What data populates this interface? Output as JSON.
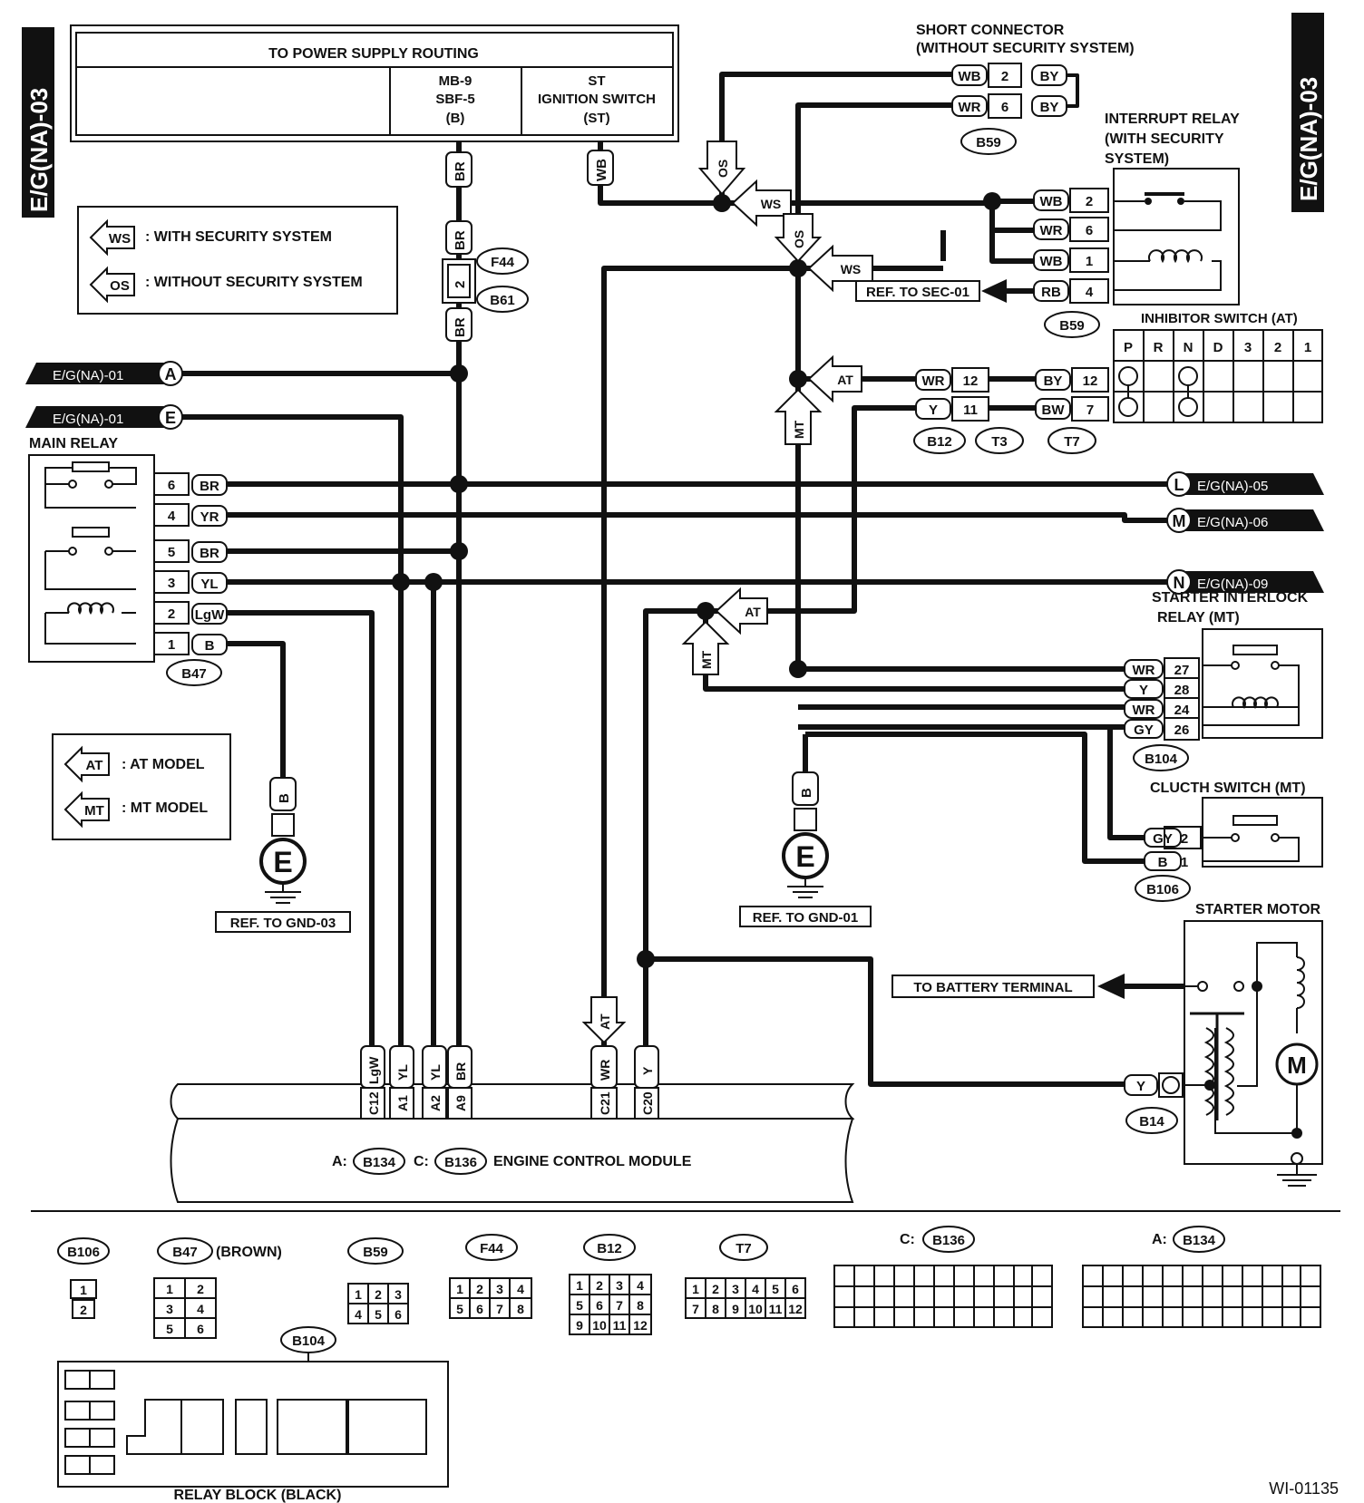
{
  "page_codes": {
    "left": "E/G(NA)-03",
    "right": "E/G(NA)-03"
  },
  "power_supply": {
    "title": "TO POWER SUPPLY ROUTING",
    "col1": [
      "MB-9",
      "SBF-5",
      "(B)"
    ],
    "col2": [
      "ST",
      "IGNITION SWITCH",
      "(ST)"
    ]
  },
  "legend_security": {
    "ws_code": "WS",
    "ws_label": ": WITH SECURITY SYSTEM",
    "os_code": "OS",
    "os_label": ": WITHOUT SECURITY SYSTEM"
  },
  "legend_model": {
    "at_code": "AT",
    "at_label": ": AT MODEL",
    "mt_code": "MT",
    "mt_label": ": MT MODEL"
  },
  "short_connector": {
    "title": [
      "SHORT CONNECTOR",
      "(WITHOUT SECURITY SYSTEM)"
    ],
    "rows": [
      {
        "left": "WB",
        "pin": "2",
        "right": "BY"
      },
      {
        "left": "WR",
        "pin": "6",
        "right": "BY"
      }
    ],
    "connector": "B59"
  },
  "interrupt_relay": {
    "title": [
      "INTERRUPT RELAY",
      "(WITH SECURITY",
      "SYSTEM)"
    ],
    "rows": [
      {
        "wire": "WB",
        "pin": "2"
      },
      {
        "wire": "WR",
        "pin": "6"
      },
      {
        "wire": "WB",
        "pin": "1"
      },
      {
        "wire": "RB",
        "pin": "4"
      }
    ],
    "connector": "B59",
    "ref": "REF. TO SEC-01"
  },
  "inhibitor_switch": {
    "title": "INHIBITOR SWITCH (AT)",
    "positions": [
      "P",
      "R",
      "N",
      "D",
      "3",
      "2",
      "1"
    ],
    "rows": [
      {
        "left_wire": "WR",
        "left_pin": "12",
        "right_wire": "BY",
        "right_pin": "12"
      },
      {
        "left_wire": "Y",
        "left_pin": "11",
        "right_wire": "BW",
        "right_pin": "7"
      }
    ],
    "connectors": [
      "B12",
      "T3",
      "T7"
    ]
  },
  "fuse_conn": {
    "top_wire": "BR",
    "pin": "2",
    "bottom_wire": "BR",
    "conn1": "F44",
    "conn2": "B61"
  },
  "main_relay": {
    "title": "MAIN RELAY",
    "rows": [
      {
        "pin": "6",
        "wire": "BR"
      },
      {
        "pin": "4",
        "wire": "YR"
      },
      {
        "pin": "5",
        "wire": "BR"
      },
      {
        "pin": "3",
        "wire": "YL"
      },
      {
        "pin": "2",
        "wire": "LgW"
      },
      {
        "pin": "1",
        "wire": "B"
      }
    ],
    "connector": "B47"
  },
  "offpage": {
    "a": {
      "label": "E/G(NA)-01",
      "letter": "A"
    },
    "e": {
      "label": "E/G(NA)-01",
      "letter": "E"
    },
    "l": {
      "label": "E/G(NA)-05",
      "letter": "L"
    },
    "m": {
      "label": "E/G(NA)-06",
      "letter": "M"
    },
    "n": {
      "label": "E/G(NA)-09",
      "letter": "N"
    }
  },
  "wire_tags": {
    "br1": "BR",
    "wb1": "WB",
    "os1": "OS",
    "os2": "OS",
    "ws1": "WS",
    "ws2": "WS",
    "at1": "AT",
    "mt1": "MT",
    "at2": "AT",
    "mt2": "MT",
    "at3": "AT"
  },
  "starter_interlock": {
    "title": [
      "STARTER INTERLOCK",
      "RELAY (MT)"
    ],
    "rows": [
      {
        "wire": "WR",
        "pin": "27"
      },
      {
        "wire": "Y",
        "pin": "28"
      },
      {
        "wire": "WR",
        "pin": "24"
      },
      {
        "wire": "GY",
        "pin": "26"
      }
    ],
    "connector": "B104"
  },
  "clutch_switch": {
    "title": "CLUCTH SWITCH (MT)",
    "rows": [
      {
        "wire": "GY",
        "pin": "2"
      },
      {
        "wire": "B",
        "pin": "1"
      }
    ],
    "connector": "B106"
  },
  "ground_left": {
    "wire": "B",
    "letter": "E",
    "ref": "REF. TO GND-03"
  },
  "ground_right": {
    "wire": "B",
    "letter": "E",
    "ref": "REF. TO GND-01"
  },
  "starter_motor": {
    "title": "STARTER MOTOR",
    "battery": "TO BATTERY TERMINAL",
    "wire": "Y",
    "connector": "B14",
    "motor": "M"
  },
  "ecm": {
    "pins": [
      {
        "wire": "LgW",
        "pin": "C12"
      },
      {
        "wire": "YL",
        "pin": "A1"
      },
      {
        "wire": "YL",
        "pin": "A2"
      },
      {
        "wire": "BR",
        "pin": "A9"
      },
      {
        "wire": "WR",
        "pin": "C21"
      },
      {
        "wire": "Y",
        "pin": "C20"
      }
    ],
    "label_a": "A:",
    "conn_a": "B134",
    "label_c": "C:",
    "conn_c": "B136",
    "name": "ENGINE CONTROL MODULE"
  },
  "connectors_bottom": {
    "b106": {
      "name": "B106",
      "pins": [
        "1",
        "2"
      ]
    },
    "b47": {
      "name": "B47",
      "note": "(BROWN)",
      "pins": [
        "1",
        "2",
        "3",
        "4",
        "5",
        "6"
      ]
    },
    "b59": {
      "name": "B59",
      "pins": [
        "1",
        "2",
        "3",
        "4",
        "5",
        "6"
      ]
    },
    "f44": {
      "name": "F44",
      "pins": [
        "1",
        "2",
        "3",
        "4",
        "5",
        "6",
        "7",
        "8"
      ]
    },
    "b12": {
      "name": "B12",
      "pins": [
        "1",
        "2",
        "3",
        "4",
        "5",
        "6",
        "7",
        "8",
        "9",
        "10",
        "11",
        "12"
      ]
    },
    "t7": {
      "name": "T7",
      "pins": [
        "1",
        "2",
        "3",
        "4",
        "5",
        "6",
        "7",
        "8",
        "9",
        "10",
        "11",
        "12"
      ]
    },
    "b136": {
      "prefix": "C:",
      "name": "B136"
    },
    "b134": {
      "prefix": "A:",
      "name": "B134"
    },
    "b104": {
      "name": "B104"
    },
    "relay_block": "RELAY BLOCK (BLACK)"
  },
  "figure_id": "WI-01135"
}
